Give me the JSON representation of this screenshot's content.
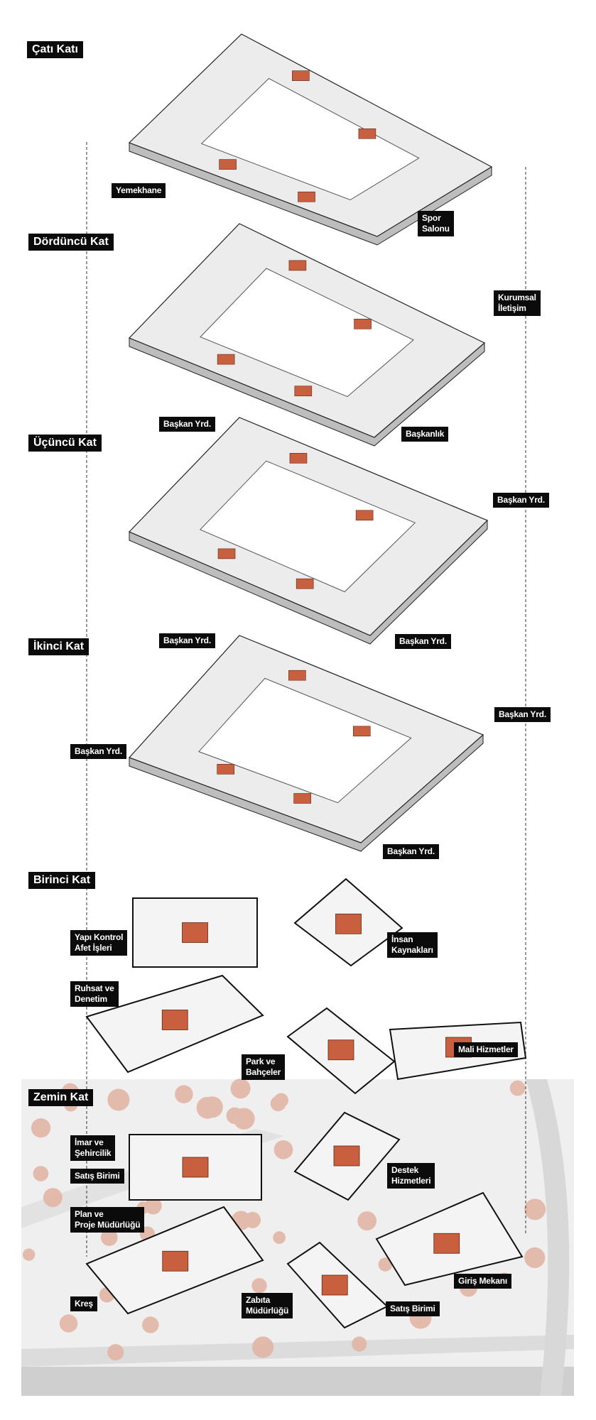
{
  "floors": {
    "roof": "Çatı Katı",
    "fourth": "Dördüncü Kat",
    "third": "Üçüncü Kat",
    "second": "İkinci Kat",
    "first": "Birinci Kat",
    "ground": "Zemin Kat"
  },
  "labels": {
    "yemekhane": "Yemekhane",
    "spor": "Spor\nSalonu",
    "kurumsal": "Kurumsal\nİletişim",
    "baskanlik": "Başkanlık",
    "baskan_yrd": "Başkan Yrd.",
    "yapi_kontrol": "Yapı Kontrol\nAfet İşleri",
    "insan": "İnsan\nKaynakları",
    "ruhsat": "Ruhsat ve\nDenetim",
    "mali": "Mali Hizmetler",
    "park": "Park ve\nBahçeler",
    "imar": "İmar ve\nŞehircilik",
    "satis": "Satış Birimi",
    "destek": "Destek\nHizmetleri",
    "plan": "Plan ve\nProje Müdürlüğü",
    "giris": "Giriş Mekanı",
    "kres": "Kreş",
    "zabita": "Zabıta\nMüdürlüğü"
  },
  "colors": {
    "accent": "#c8603f",
    "tree": "#e2b3a2",
    "plate": "#ececec",
    "ink": "#0b0b0b"
  }
}
